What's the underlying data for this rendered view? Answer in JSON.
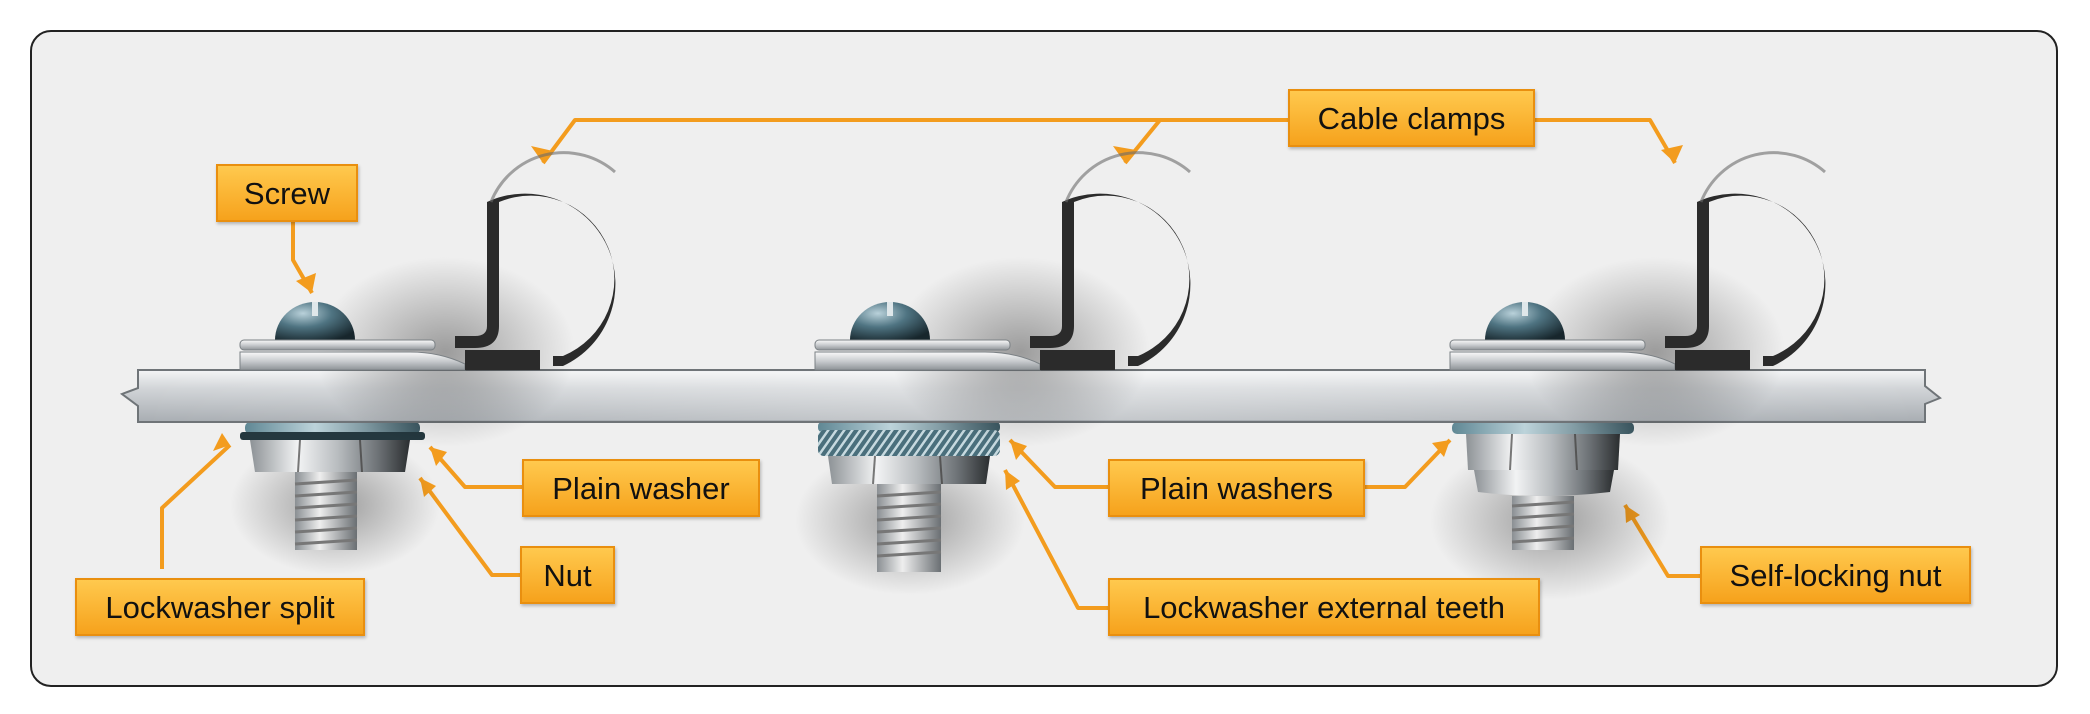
{
  "labels": {
    "cable_clamps": "Cable clamps",
    "screw": "Screw",
    "plain_washer": "Plain washer",
    "nut": "Nut",
    "lockwasher_split": "Lockwasher split",
    "plain_washers": "Plain washers",
    "lockwasher_external_teeth": "Lockwasher external teeth",
    "self_locking_nut": "Self-locking nut"
  },
  "colors": {
    "callout_fill": "#f9b233",
    "leader_line": "#f39c1e",
    "frame_fill": "#efefef",
    "clamp_rubber": "#2b2b2b",
    "plate_metal": "#c8ccd0",
    "screw_head": "#3f6170"
  }
}
